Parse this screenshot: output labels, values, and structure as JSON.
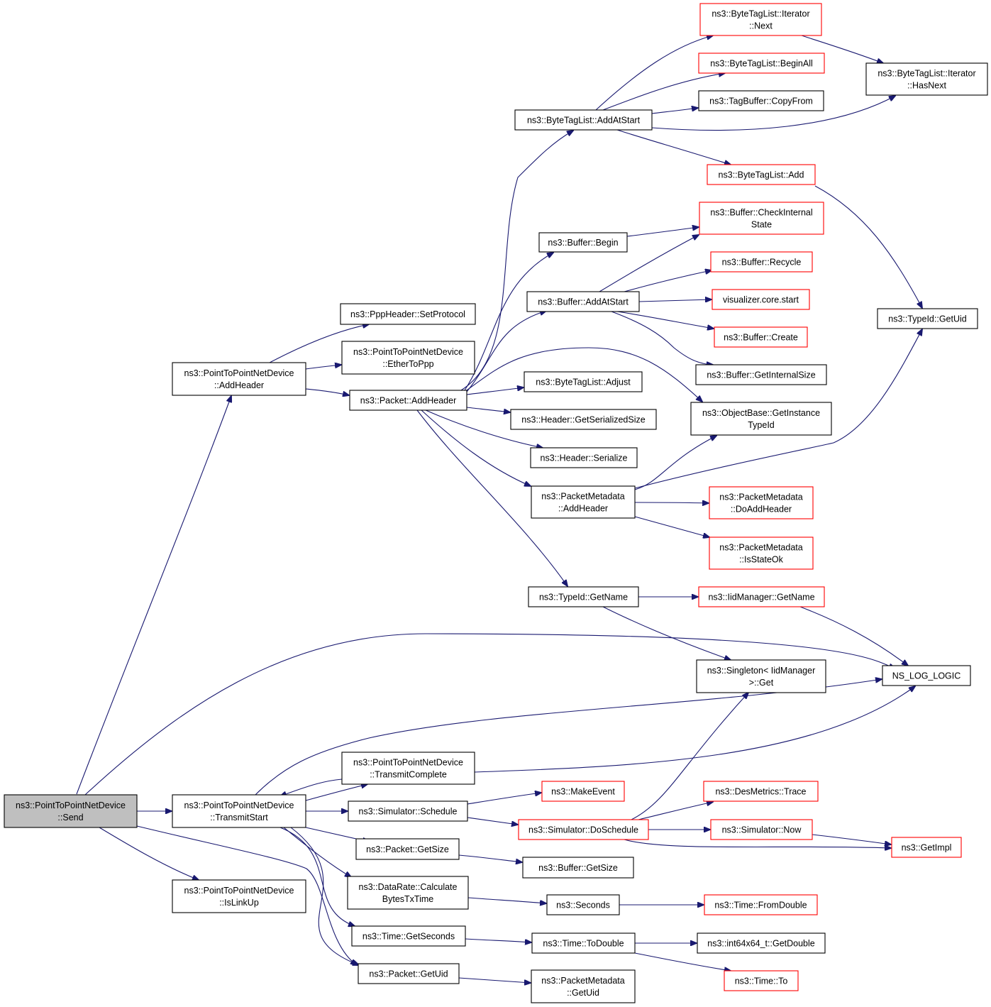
{
  "graph": {
    "root": "n_send",
    "nodes": {
      "n_send": {
        "lines": [
          "ns3::PointToPointNetDevice",
          "::Send"
        ],
        "style": "root"
      },
      "n_addheader_p2p": {
        "lines": [
          "ns3::PointToPointNetDevice",
          "::AddHeader"
        ],
        "style": "normal"
      },
      "n_transmitstart": {
        "lines": [
          "ns3::PointToPointNetDevice",
          "::TransmitStart"
        ],
        "style": "normal"
      },
      "n_islinkup": {
        "lines": [
          "ns3::PointToPointNetDevice",
          "::IsLinkUp"
        ],
        "style": "normal"
      },
      "n_setprotocol": {
        "lines": [
          "ns3::PppHeader::SetProtocol"
        ],
        "style": "normal"
      },
      "n_ethertoppp": {
        "lines": [
          "ns3::PointToPointNetDevice",
          "::EtherToPpp"
        ],
        "style": "normal"
      },
      "n_packet_addheader": {
        "lines": [
          "ns3::Packet::AddHeader"
        ],
        "style": "normal"
      },
      "n_transmitcomplete": {
        "lines": [
          "ns3::PointToPointNetDevice",
          "::TransmitComplete"
        ],
        "style": "normal"
      },
      "n_sim_schedule": {
        "lines": [
          "ns3::Simulator::Schedule"
        ],
        "style": "normal"
      },
      "n_packet_getsize": {
        "lines": [
          "ns3::Packet::GetSize"
        ],
        "style": "normal"
      },
      "n_datarate": {
        "lines": [
          "ns3::DataRate::Calculate",
          "BytesTxTime"
        ],
        "style": "normal"
      },
      "n_time_getseconds": {
        "lines": [
          "ns3::Time::GetSeconds"
        ],
        "style": "normal"
      },
      "n_packet_getuid": {
        "lines": [
          "ns3::Packet::GetUid"
        ],
        "style": "normal"
      },
      "n_btl_addatstart": {
        "lines": [
          "ns3::ByteTagList::AddAtStart"
        ],
        "style": "normal"
      },
      "n_buf_begin": {
        "lines": [
          "ns3::Buffer::Begin"
        ],
        "style": "normal"
      },
      "n_buf_addatstart": {
        "lines": [
          "ns3::Buffer::AddAtStart"
        ],
        "style": "normal"
      },
      "n_btl_adjust": {
        "lines": [
          "ns3::ByteTagList::Adjust"
        ],
        "style": "normal"
      },
      "n_hdr_getsersize": {
        "lines": [
          "ns3::Header::GetSerializedSize"
        ],
        "style": "normal"
      },
      "n_hdr_serialize": {
        "lines": [
          "ns3::Header::Serialize"
        ],
        "style": "normal"
      },
      "n_pm_addheader": {
        "lines": [
          "ns3::PacketMetadata",
          "::AddHeader"
        ],
        "style": "normal"
      },
      "n_typeid_getname": {
        "lines": [
          "ns3::TypeId::GetName"
        ],
        "style": "normal"
      },
      "n_btl_iter_next": {
        "lines": [
          "ns3::ByteTagList::Iterator",
          "::Next"
        ],
        "style": "red"
      },
      "n_btl_beginall": {
        "lines": [
          "ns3::ByteTagList::BeginAll"
        ],
        "style": "red"
      },
      "n_tagbuf_copyfrom": {
        "lines": [
          "ns3::TagBuffer::CopyFrom"
        ],
        "style": "normal"
      },
      "n_btl_add": {
        "lines": [
          "ns3::ByteTagList::Add"
        ],
        "style": "red"
      },
      "n_btl_iter_hasnext": {
        "lines": [
          "ns3::ByteTagList::Iterator",
          "::HasNext"
        ],
        "style": "normal"
      },
      "n_buf_checkinternal": {
        "lines": [
          "ns3::Buffer::CheckInternal",
          "State"
        ],
        "style": "red"
      },
      "n_buf_recycle": {
        "lines": [
          "ns3::Buffer::Recycle"
        ],
        "style": "red"
      },
      "n_viz_start": {
        "lines": [
          "visualizer.core.start"
        ],
        "style": "red"
      },
      "n_buf_create": {
        "lines": [
          "ns3::Buffer::Create"
        ],
        "style": "red"
      },
      "n_buf_getinternalsize": {
        "lines": [
          "ns3::Buffer::GetInternalSize"
        ],
        "style": "normal"
      },
      "n_typeid_getuid": {
        "lines": [
          "ns3::TypeId::GetUid"
        ],
        "style": "normal"
      },
      "n_objbase_getinstancetypeid": {
        "lines": [
          "ns3::ObjectBase::GetInstance",
          "TypeId"
        ],
        "style": "normal"
      },
      "n_pm_doaddheader": {
        "lines": [
          "ns3::PacketMetadata",
          "::DoAddHeader"
        ],
        "style": "red"
      },
      "n_pm_isstateok": {
        "lines": [
          "ns3::PacketMetadata",
          "::IsStateOk"
        ],
        "style": "red"
      },
      "n_iidmgr_getname": {
        "lines": [
          "ns3::IidManager::GetName"
        ],
        "style": "red"
      },
      "n_singleton_get": {
        "lines": [
          "ns3::Singleton< IidManager",
          ">::Get"
        ],
        "style": "normal"
      },
      "n_ns_log_logic": {
        "lines": [
          "NS_LOG_LOGIC"
        ],
        "style": "normal"
      },
      "n_makeevent": {
        "lines": [
          "ns3::MakeEvent"
        ],
        "style": "red"
      },
      "n_sim_doschedule": {
        "lines": [
          "ns3::Simulator::DoSchedule"
        ],
        "style": "red"
      },
      "n_desmetrics_trace": {
        "lines": [
          "ns3::DesMetrics::Trace"
        ],
        "style": "red"
      },
      "n_sim_now": {
        "lines": [
          "ns3::Simulator::Now"
        ],
        "style": "red"
      },
      "n_getimpl": {
        "lines": [
          "ns3::GetImpl"
        ],
        "style": "red"
      },
      "n_buf_getsize": {
        "lines": [
          "ns3::Buffer::GetSize"
        ],
        "style": "normal"
      },
      "n_seconds": {
        "lines": [
          "ns3::Seconds"
        ],
        "style": "normal"
      },
      "n_time_fromdouble": {
        "lines": [
          "ns3::Time::FromDouble"
        ],
        "style": "red"
      },
      "n_time_todouble": {
        "lines": [
          "ns3::Time::ToDouble"
        ],
        "style": "normal"
      },
      "n_int64_getdouble": {
        "lines": [
          "ns3::int64x64_t::GetDouble"
        ],
        "style": "normal"
      },
      "n_time_to": {
        "lines": [
          "ns3::Time::To"
        ],
        "style": "red"
      },
      "n_pm_getuid": {
        "lines": [
          "ns3::PacketMetadata",
          "::GetUid"
        ],
        "style": "normal"
      }
    },
    "edges": [
      [
        "n_send",
        "n_addheader_p2p"
      ],
      [
        "n_send",
        "n_transmitstart"
      ],
      [
        "n_send",
        "n_islinkup"
      ],
      [
        "n_send",
        "n_ns_log_logic"
      ],
      [
        "n_send",
        "n_packet_getuid"
      ],
      [
        "n_addheader_p2p",
        "n_setprotocol"
      ],
      [
        "n_addheader_p2p",
        "n_ethertoppp"
      ],
      [
        "n_addheader_p2p",
        "n_packet_addheader"
      ],
      [
        "n_packet_addheader",
        "n_btl_addatstart"
      ],
      [
        "n_packet_addheader",
        "n_buf_begin"
      ],
      [
        "n_packet_addheader",
        "n_buf_addatstart"
      ],
      [
        "n_packet_addheader",
        "n_objbase_getinstancetypeid"
      ],
      [
        "n_packet_addheader",
        "n_btl_adjust"
      ],
      [
        "n_packet_addheader",
        "n_hdr_getsersize"
      ],
      [
        "n_packet_addheader",
        "n_hdr_serialize"
      ],
      [
        "n_packet_addheader",
        "n_pm_addheader"
      ],
      [
        "n_packet_addheader",
        "n_typeid_getname"
      ],
      [
        "n_btl_addatstart",
        "n_btl_iter_next"
      ],
      [
        "n_btl_addatstart",
        "n_btl_beginall"
      ],
      [
        "n_btl_addatstart",
        "n_tagbuf_copyfrom"
      ],
      [
        "n_btl_addatstart",
        "n_btl_iter_hasnext"
      ],
      [
        "n_btl_addatstart",
        "n_btl_add"
      ],
      [
        "n_btl_iter_next",
        "n_btl_iter_hasnext"
      ],
      [
        "n_btl_add",
        "n_typeid_getuid"
      ],
      [
        "n_buf_begin",
        "n_buf_checkinternal"
      ],
      [
        "n_buf_addatstart",
        "n_buf_checkinternal"
      ],
      [
        "n_buf_addatstart",
        "n_buf_recycle"
      ],
      [
        "n_buf_addatstart",
        "n_viz_start"
      ],
      [
        "n_buf_addatstart",
        "n_buf_create"
      ],
      [
        "n_buf_addatstart",
        "n_buf_getinternalsize"
      ],
      [
        "n_pm_addheader",
        "n_objbase_getinstancetypeid"
      ],
      [
        "n_pm_addheader",
        "n_typeid_getuid"
      ],
      [
        "n_pm_addheader",
        "n_pm_doaddheader"
      ],
      [
        "n_pm_addheader",
        "n_pm_isstateok"
      ],
      [
        "n_typeid_getname",
        "n_iidmgr_getname"
      ],
      [
        "n_typeid_getname",
        "n_singleton_get"
      ],
      [
        "n_iidmgr_getname",
        "n_ns_log_logic"
      ],
      [
        "n_transmitstart",
        "n_ns_log_logic"
      ],
      [
        "n_transmitstart",
        "n_transmitcomplete"
      ],
      [
        "n_transmitcomplete",
        "n_transmitstart"
      ],
      [
        "n_transmitcomplete",
        "n_ns_log_logic"
      ],
      [
        "n_transmitstart",
        "n_sim_schedule"
      ],
      [
        "n_transmitstart",
        "n_packet_getsize"
      ],
      [
        "n_transmitstart",
        "n_datarate"
      ],
      [
        "n_transmitstart",
        "n_time_getseconds"
      ],
      [
        "n_transmitstart",
        "n_packet_getuid"
      ],
      [
        "n_sim_schedule",
        "n_makeevent"
      ],
      [
        "n_sim_schedule",
        "n_sim_doschedule"
      ],
      [
        "n_sim_doschedule",
        "n_singleton_get"
      ],
      [
        "n_sim_doschedule",
        "n_desmetrics_trace"
      ],
      [
        "n_sim_doschedule",
        "n_sim_now"
      ],
      [
        "n_sim_doschedule",
        "n_getimpl"
      ],
      [
        "n_sim_now",
        "n_getimpl"
      ],
      [
        "n_packet_getsize",
        "n_buf_getsize"
      ],
      [
        "n_datarate",
        "n_seconds"
      ],
      [
        "n_seconds",
        "n_time_fromdouble"
      ],
      [
        "n_time_getseconds",
        "n_time_todouble"
      ],
      [
        "n_time_todouble",
        "n_int64_getdouble"
      ],
      [
        "n_time_todouble",
        "n_time_to"
      ],
      [
        "n_packet_getuid",
        "n_pm_getuid"
      ]
    ]
  }
}
